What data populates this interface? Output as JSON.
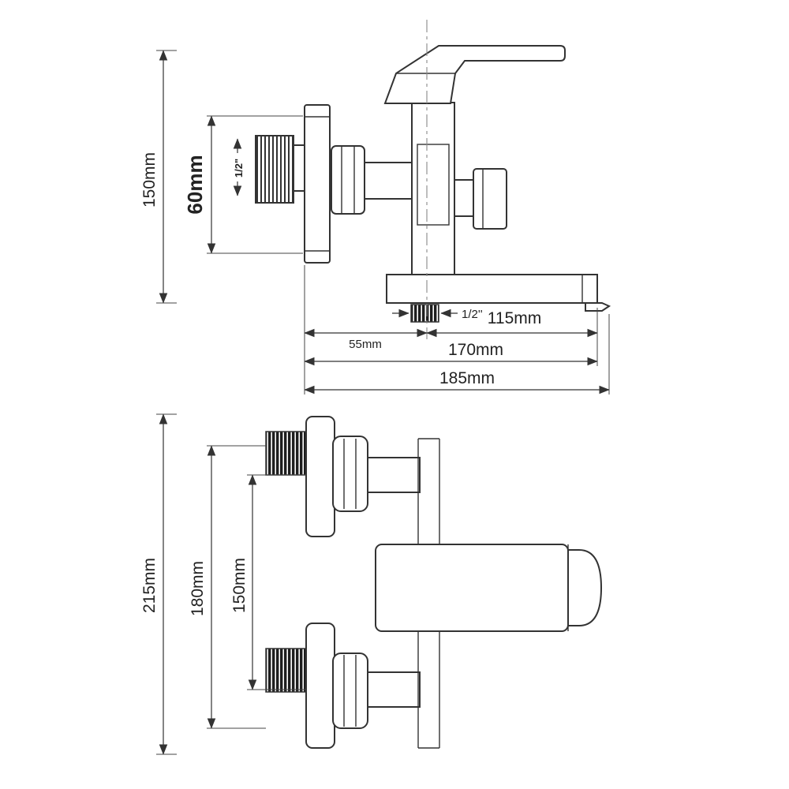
{
  "side_view": {
    "labels": {
      "overall_height": "150mm",
      "plate_height": "60mm",
      "inlet_thread": "1/2\"",
      "wall_to_center": "55mm",
      "center_to_spout": "115mm",
      "spout_thread": "1/2''",
      "wall_to_spout": "170mm",
      "overall_depth": "185mm"
    }
  },
  "front_view": {
    "labels": {
      "overall_height": "215mm",
      "flange_span": "180mm",
      "inlet_spacing": "150mm"
    }
  }
}
